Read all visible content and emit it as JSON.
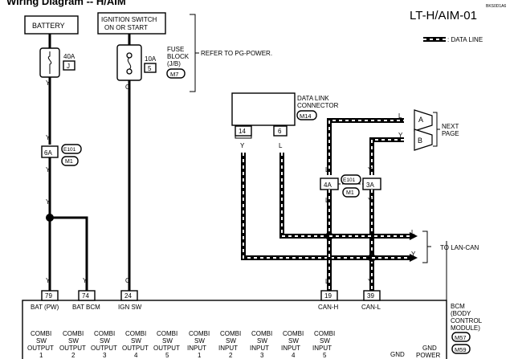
{
  "header": {
    "title_partial": "Wiring Diagram -- H/AIM",
    "code": "LT-H/AIM-01",
    "ref_code": "BKS0D1A6"
  },
  "legend": {
    "data_line_label": ": DATA LINE"
  },
  "battery": {
    "label": "BATTERY"
  },
  "ignition": {
    "line1": "IGNITION SWITCH",
    "line2": "ON OR START"
  },
  "fuse_40a": {
    "rating": "40A",
    "id": "J"
  },
  "fuse_10a": {
    "rating": "10A",
    "id": "5"
  },
  "fuse_block": {
    "line1": "FUSE",
    "line2": "BLOCK",
    "line3": "(J/B)",
    "connector": "M7"
  },
  "refer_note": "REFER TO PG-POWER.",
  "wire_colors": {
    "y": "Y",
    "o": "O",
    "l": "L"
  },
  "joint_connector": {
    "id_left": "6A",
    "id_right": "4A",
    "id_right2": "3A",
    "conn_e": "E101",
    "conn_m": "M1"
  },
  "dlc": {
    "line1": "DATA LINK",
    "line2": "CONNECTOR",
    "connector": "M14",
    "pin_left": "14",
    "pin_right": "6"
  },
  "next_page": {
    "line1": "NEXT",
    "line2": "PAGE",
    "arrow_a": "A",
    "arrow_b": "B"
  },
  "to_lan_can": "TO LAN-CAN",
  "bcm": {
    "line1": "BCM",
    "line2": "(BODY",
    "line3": "CONTROL",
    "line4": "MODULE)",
    "conn1": "M57",
    "conn2": "M59",
    "pins": [
      {
        "num": "79",
        "label": "BAT (PW)"
      },
      {
        "num": "74",
        "label": "BAT BCM"
      },
      {
        "num": "24",
        "label": "IGN SW"
      },
      {
        "num": "19",
        "label": "CAN-H"
      },
      {
        "num": "39",
        "label": "CAN-L"
      }
    ],
    "bottom_labels": [
      {
        "l1": "COMBI",
        "l2": "SW",
        "l3": "OUTPUT",
        "l4": "1"
      },
      {
        "l1": "COMBI",
        "l2": "SW",
        "l3": "OUTPUT",
        "l4": "2"
      },
      {
        "l1": "COMBI",
        "l2": "SW",
        "l3": "OUTPUT",
        "l4": "3"
      },
      {
        "l1": "COMBI",
        "l2": "SW",
        "l3": "OUTPUT",
        "l4": "4"
      },
      {
        "l1": "COMBI",
        "l2": "SW",
        "l3": "OUTPUT",
        "l4": "5"
      },
      {
        "l1": "COMBI",
        "l2": "SW",
        "l3": "INPUT",
        "l4": "1"
      },
      {
        "l1": "COMBI",
        "l2": "SW",
        "l3": "INPUT",
        "l4": "2"
      },
      {
        "l1": "COMBI",
        "l2": "SW",
        "l3": "INPUT",
        "l4": "3"
      },
      {
        "l1": "COMBI",
        "l2": "SW",
        "l3": "INPUT",
        "l4": "4"
      },
      {
        "l1": "COMBI",
        "l2": "SW",
        "l3": "INPUT",
        "l4": "5"
      }
    ],
    "gnd": "GND",
    "gnd_power_l1": "GND",
    "gnd_power_l2": "POWER"
  }
}
